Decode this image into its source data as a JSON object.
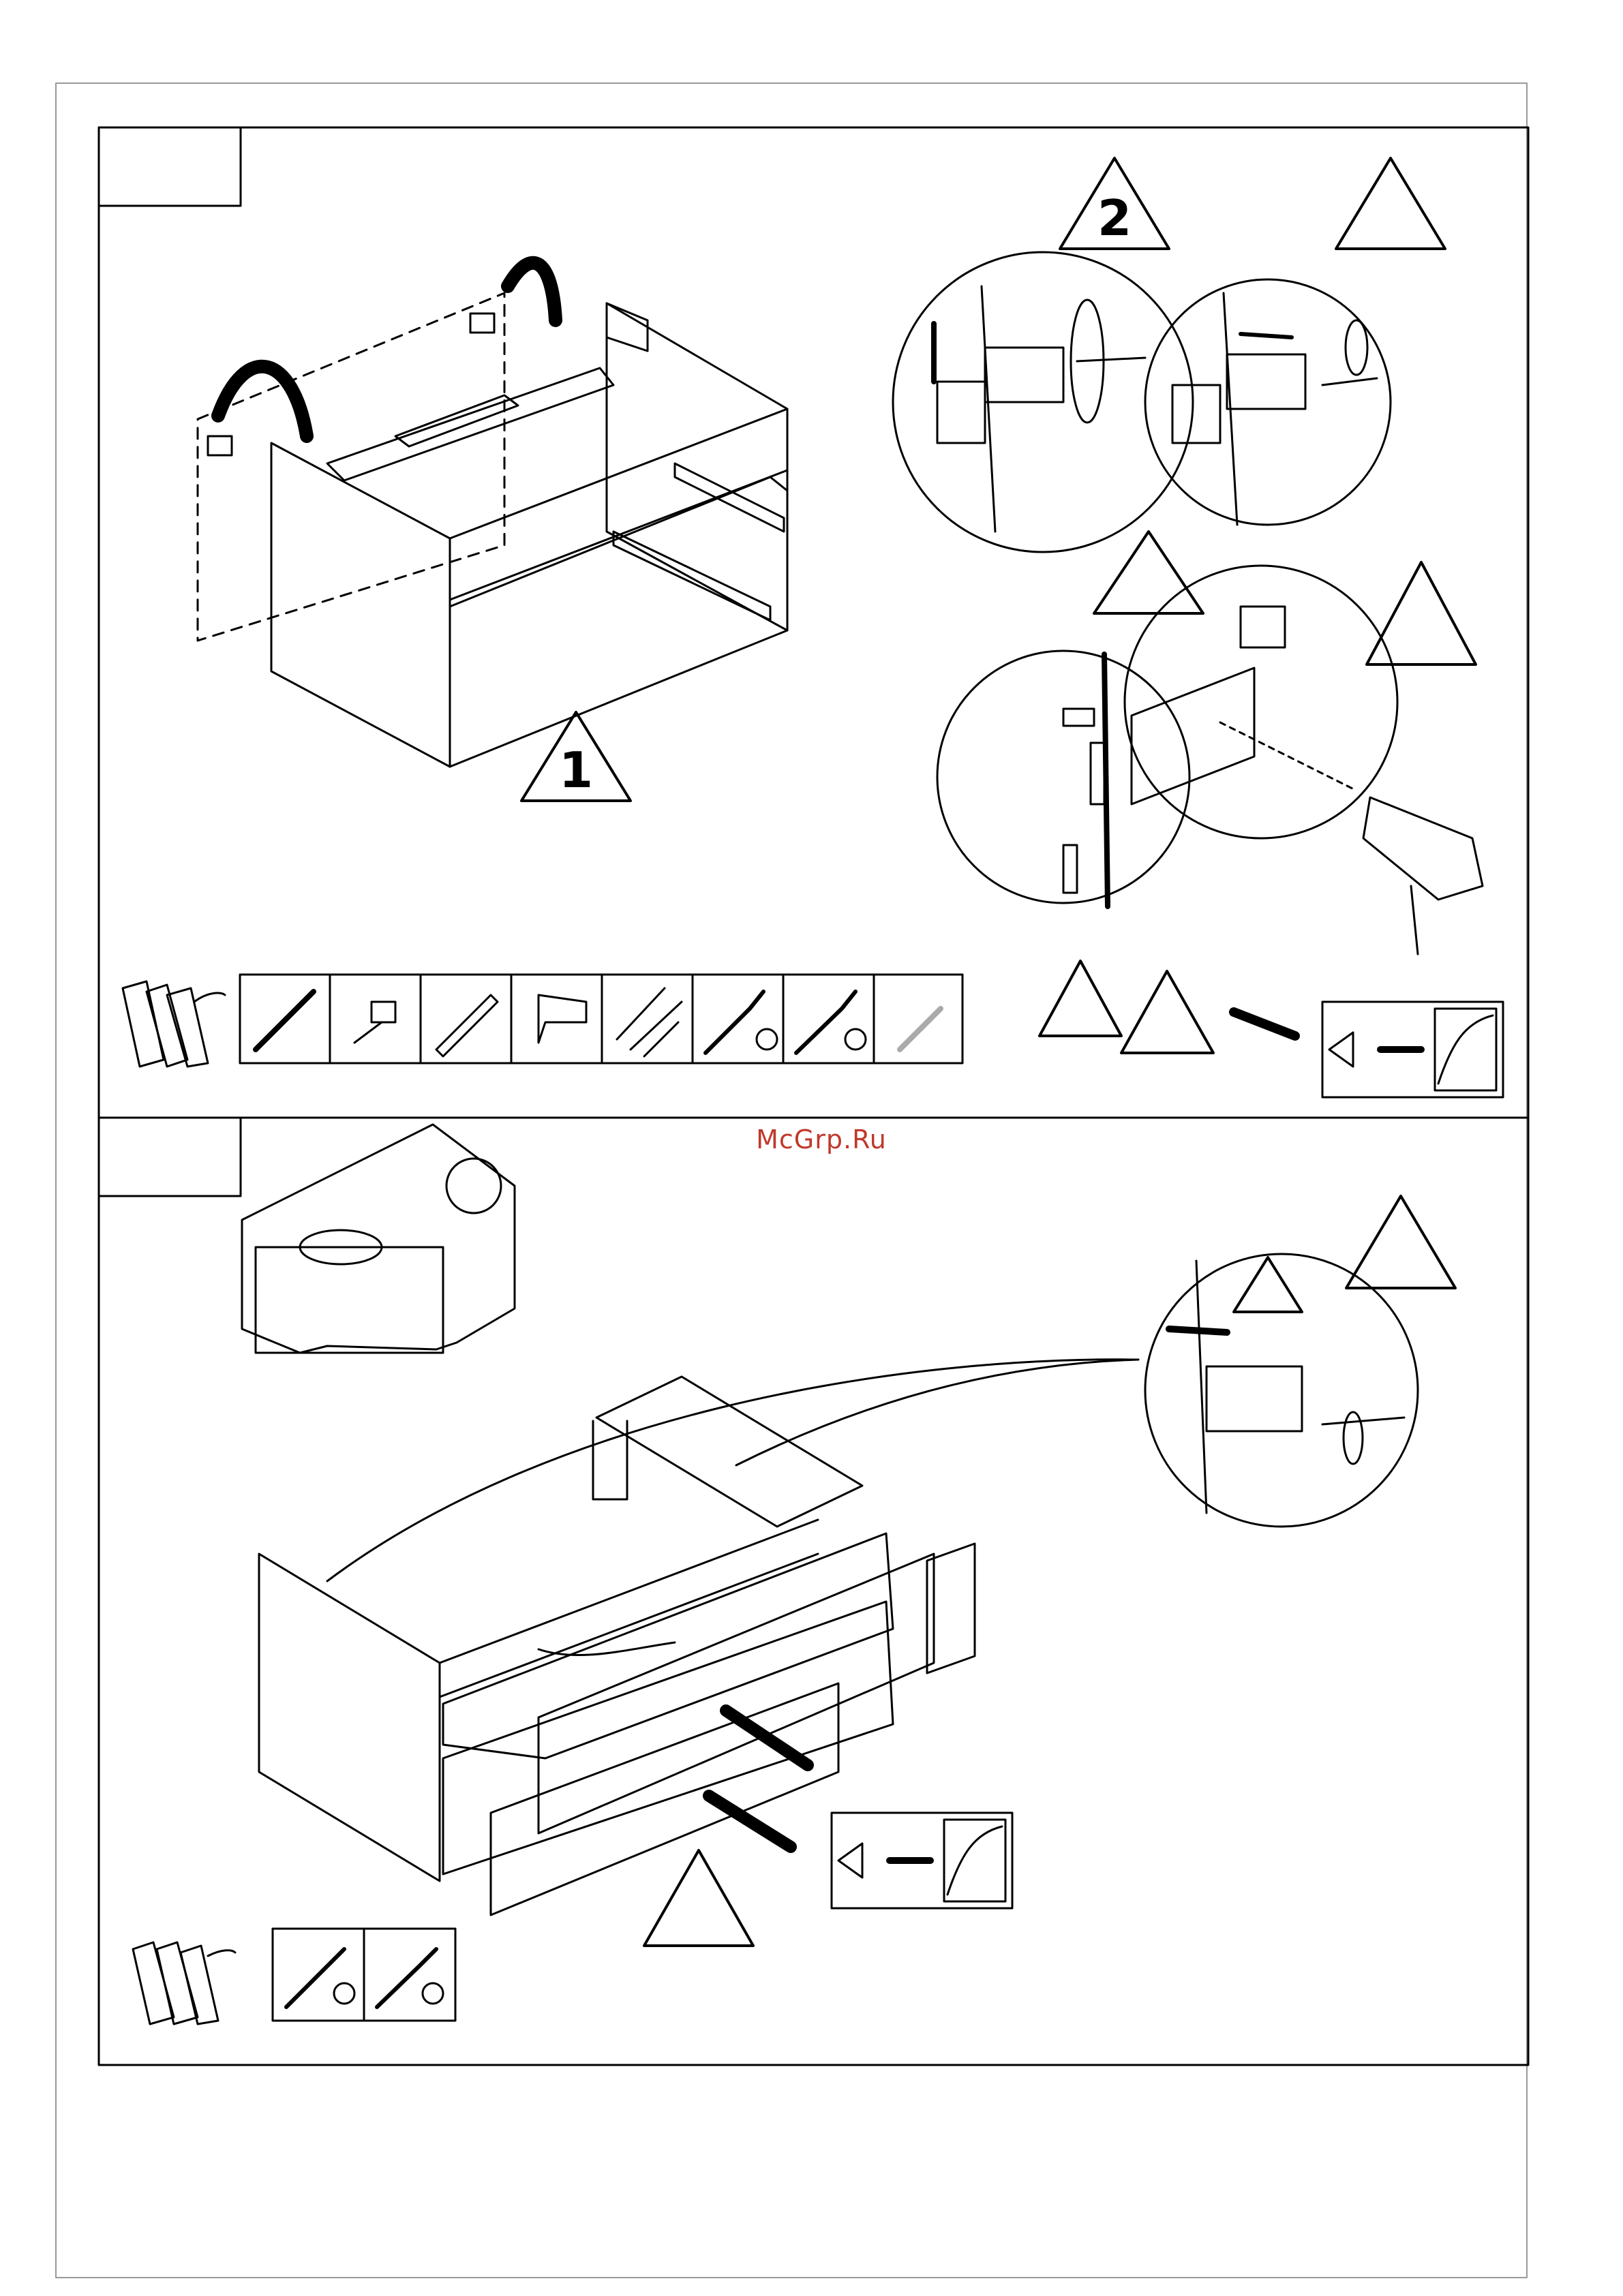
{
  "watermark": "McGrp.Ru",
  "step1_panel": {
    "triangle_1_label": "1",
    "triangle_2_label": "2"
  },
  "icons": {
    "packaging": "packaging-bundle-icon",
    "tools": [
      "pencil-icon",
      "tape-measure-icon",
      "spirit-level-icon",
      "electric-drill-icon",
      "drill-bits-icon",
      "phillips-screwdriver-icon",
      "flat-screwdriver-icon",
      "wall-plug-screw-icon"
    ],
    "tools_step2": [
      "phillips-screwdriver-icon",
      "flat-screwdriver-icon"
    ],
    "peel_film": "peel-protective-film-icon"
  },
  "colors": {
    "line": "#000000",
    "watermark": "#c0392b"
  }
}
